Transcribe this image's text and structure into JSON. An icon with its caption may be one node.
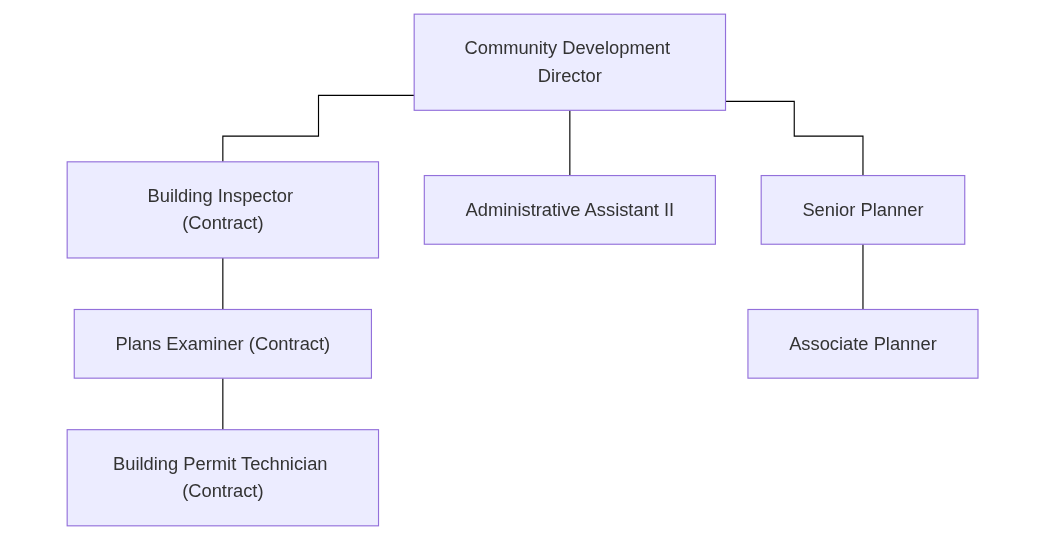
{
  "diagram": {
    "nodes": [
      {
        "text": [
          "Community Development Director"
        ]
      },
      {
        "text": [
          "Building Inspector (Contract)"
        ]
      },
      {
        "text": [
          "Plans Examiner (Contract)"
        ]
      },
      {
        "text": [
          "Building Permit Technician (Contract)"
        ]
      },
      {
        "text": [
          "Administrative Assistant II"
        ]
      },
      {
        "text": [
          "Senior Planner"
        ]
      },
      {
        "text": [
          "Associate Planner"
        ]
      }
    ],
    "edges": [
      {
        "from": 0,
        "to": 1,
        "arrow": "none"
      },
      {
        "from": 1,
        "to": 2,
        "arrow": "none"
      },
      {
        "from": 2,
        "to": 3,
        "arrow": "none"
      },
      {
        "from": 0,
        "to": 4,
        "arrow": "none"
      },
      {
        "from": 0,
        "to": 5,
        "arrow": "none"
      },
      {
        "from": 5,
        "to": 6,
        "arrow": "none"
      }
    ]
  }
}
